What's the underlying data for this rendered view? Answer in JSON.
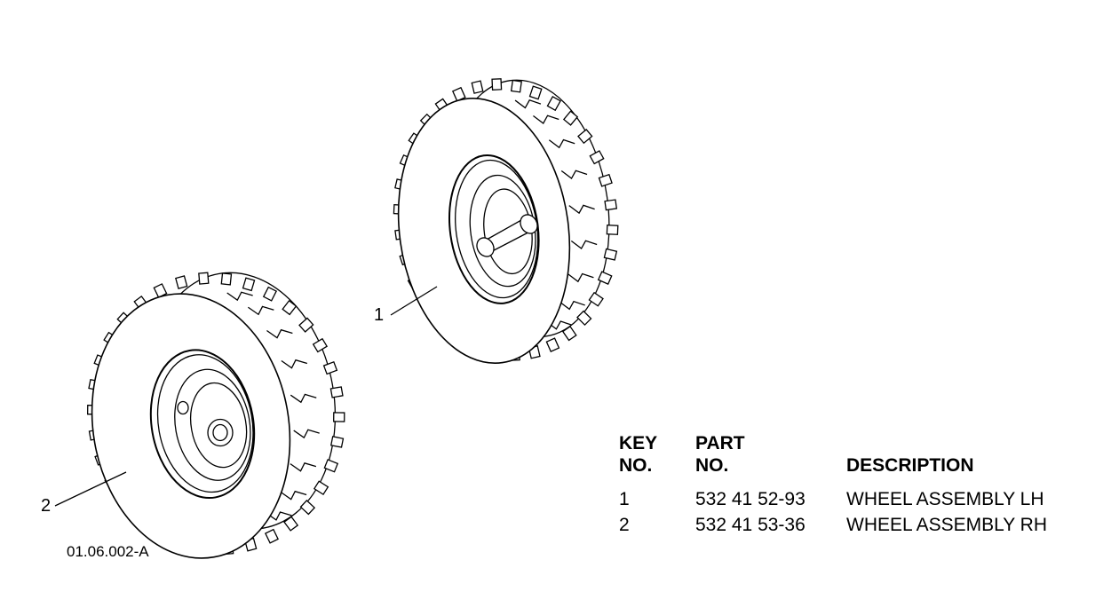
{
  "figure": {
    "reference": "01.06.002-A",
    "callouts": [
      "1",
      "2"
    ],
    "wheels": [
      {
        "key": "1",
        "depicts": "wheel with axle shaft"
      },
      {
        "key": "2",
        "depicts": "wheel with hub"
      }
    ]
  },
  "parts_table": {
    "headers": {
      "key_line1": "KEY",
      "key_line2": "NO.",
      "part_line1": "PART",
      "part_line2": "NO.",
      "description": "DESCRIPTION"
    },
    "rows": [
      {
        "key": "1",
        "part_no": "532 41 52-93",
        "description": "WHEEL ASSEMBLY LH"
      },
      {
        "key": "2",
        "part_no": "532 41 53-36",
        "description": "WHEEL ASSEMBLY RH"
      }
    ]
  }
}
